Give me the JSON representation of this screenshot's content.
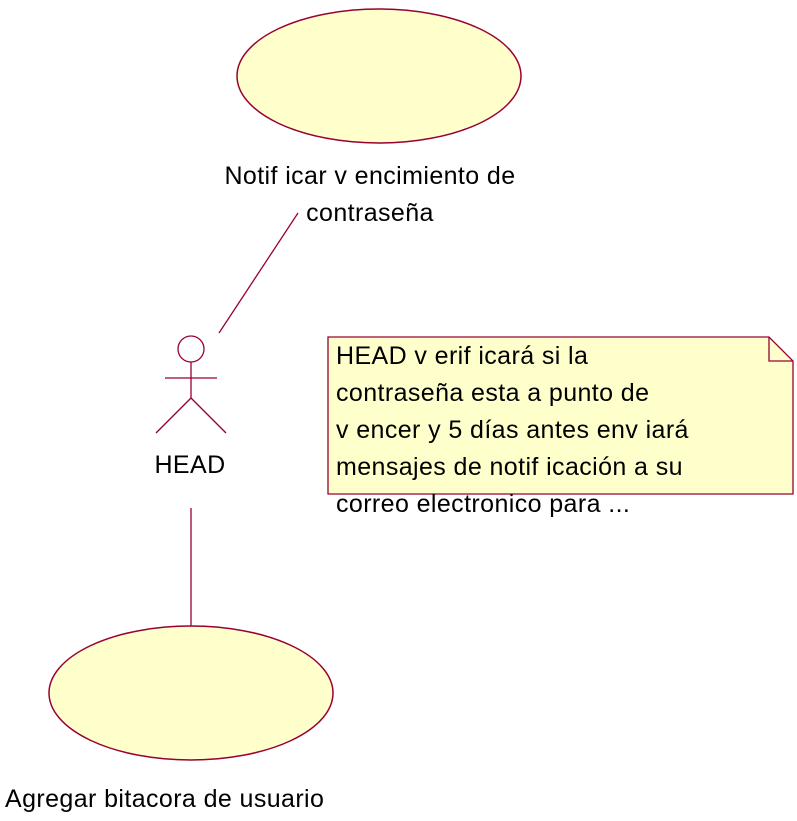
{
  "use_cases": {
    "notificar": {
      "label_line1": "Notif icar v encimiento de",
      "label_line2": "contraseña"
    },
    "agregar": {
      "label": "Agregar bitacora de usuario"
    }
  },
  "actor": {
    "name": "HEAD"
  },
  "note": {
    "lines": [
      "HEAD v erif icará si la",
      "contraseña esta a punto de",
      "v encer y 5 días antes env iará",
      "mensajes de notif icación  a su",
      "correo electronico  para ..."
    ]
  },
  "colors": {
    "use_case_fill": "#FFFFCC",
    "stroke": "#990033",
    "note_fill": "#FFFFCC"
  }
}
